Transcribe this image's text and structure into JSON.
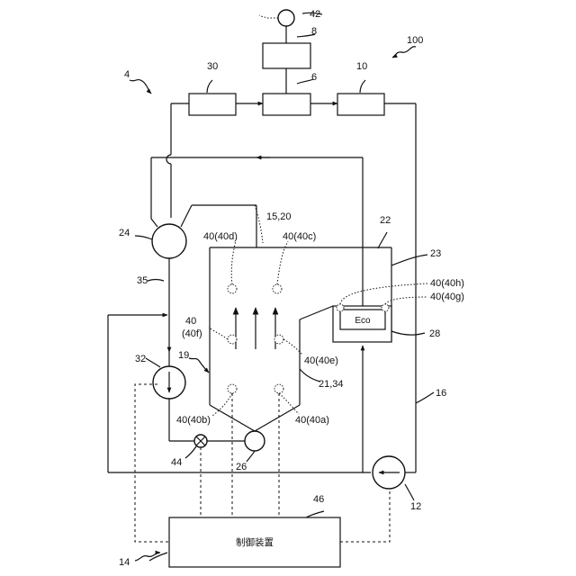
{
  "labels": {
    "system": "100",
    "circuit": "4",
    "motor": "42",
    "box_8": "8",
    "box_6": "6",
    "box_30": "30",
    "box_10": "10",
    "valve_24": "24",
    "vessel": "15,20",
    "housing": "22",
    "wall": "23",
    "pipe_35": "35",
    "pump_32": "32",
    "flow_19": "19",
    "region_21": "21,34",
    "pipe_16": "16",
    "part_28": "28",
    "valve_44": "44",
    "pump_26": "26",
    "pump_12": "12",
    "controller_num": "46",
    "system_14": "14"
  },
  "sensors": {
    "s40d": "40(40d)",
    "s40c": "40(40c)",
    "s40h": "40(40h)",
    "s40g": "40(40g)",
    "s40f_a": "40",
    "s40f_b": "(40f)",
    "s40e": "40(40e)",
    "s40b": "40(40b)",
    "s40a": "40(40a)"
  },
  "economizer": {
    "label": "Eco"
  },
  "controller": {
    "label": "制御装置"
  }
}
